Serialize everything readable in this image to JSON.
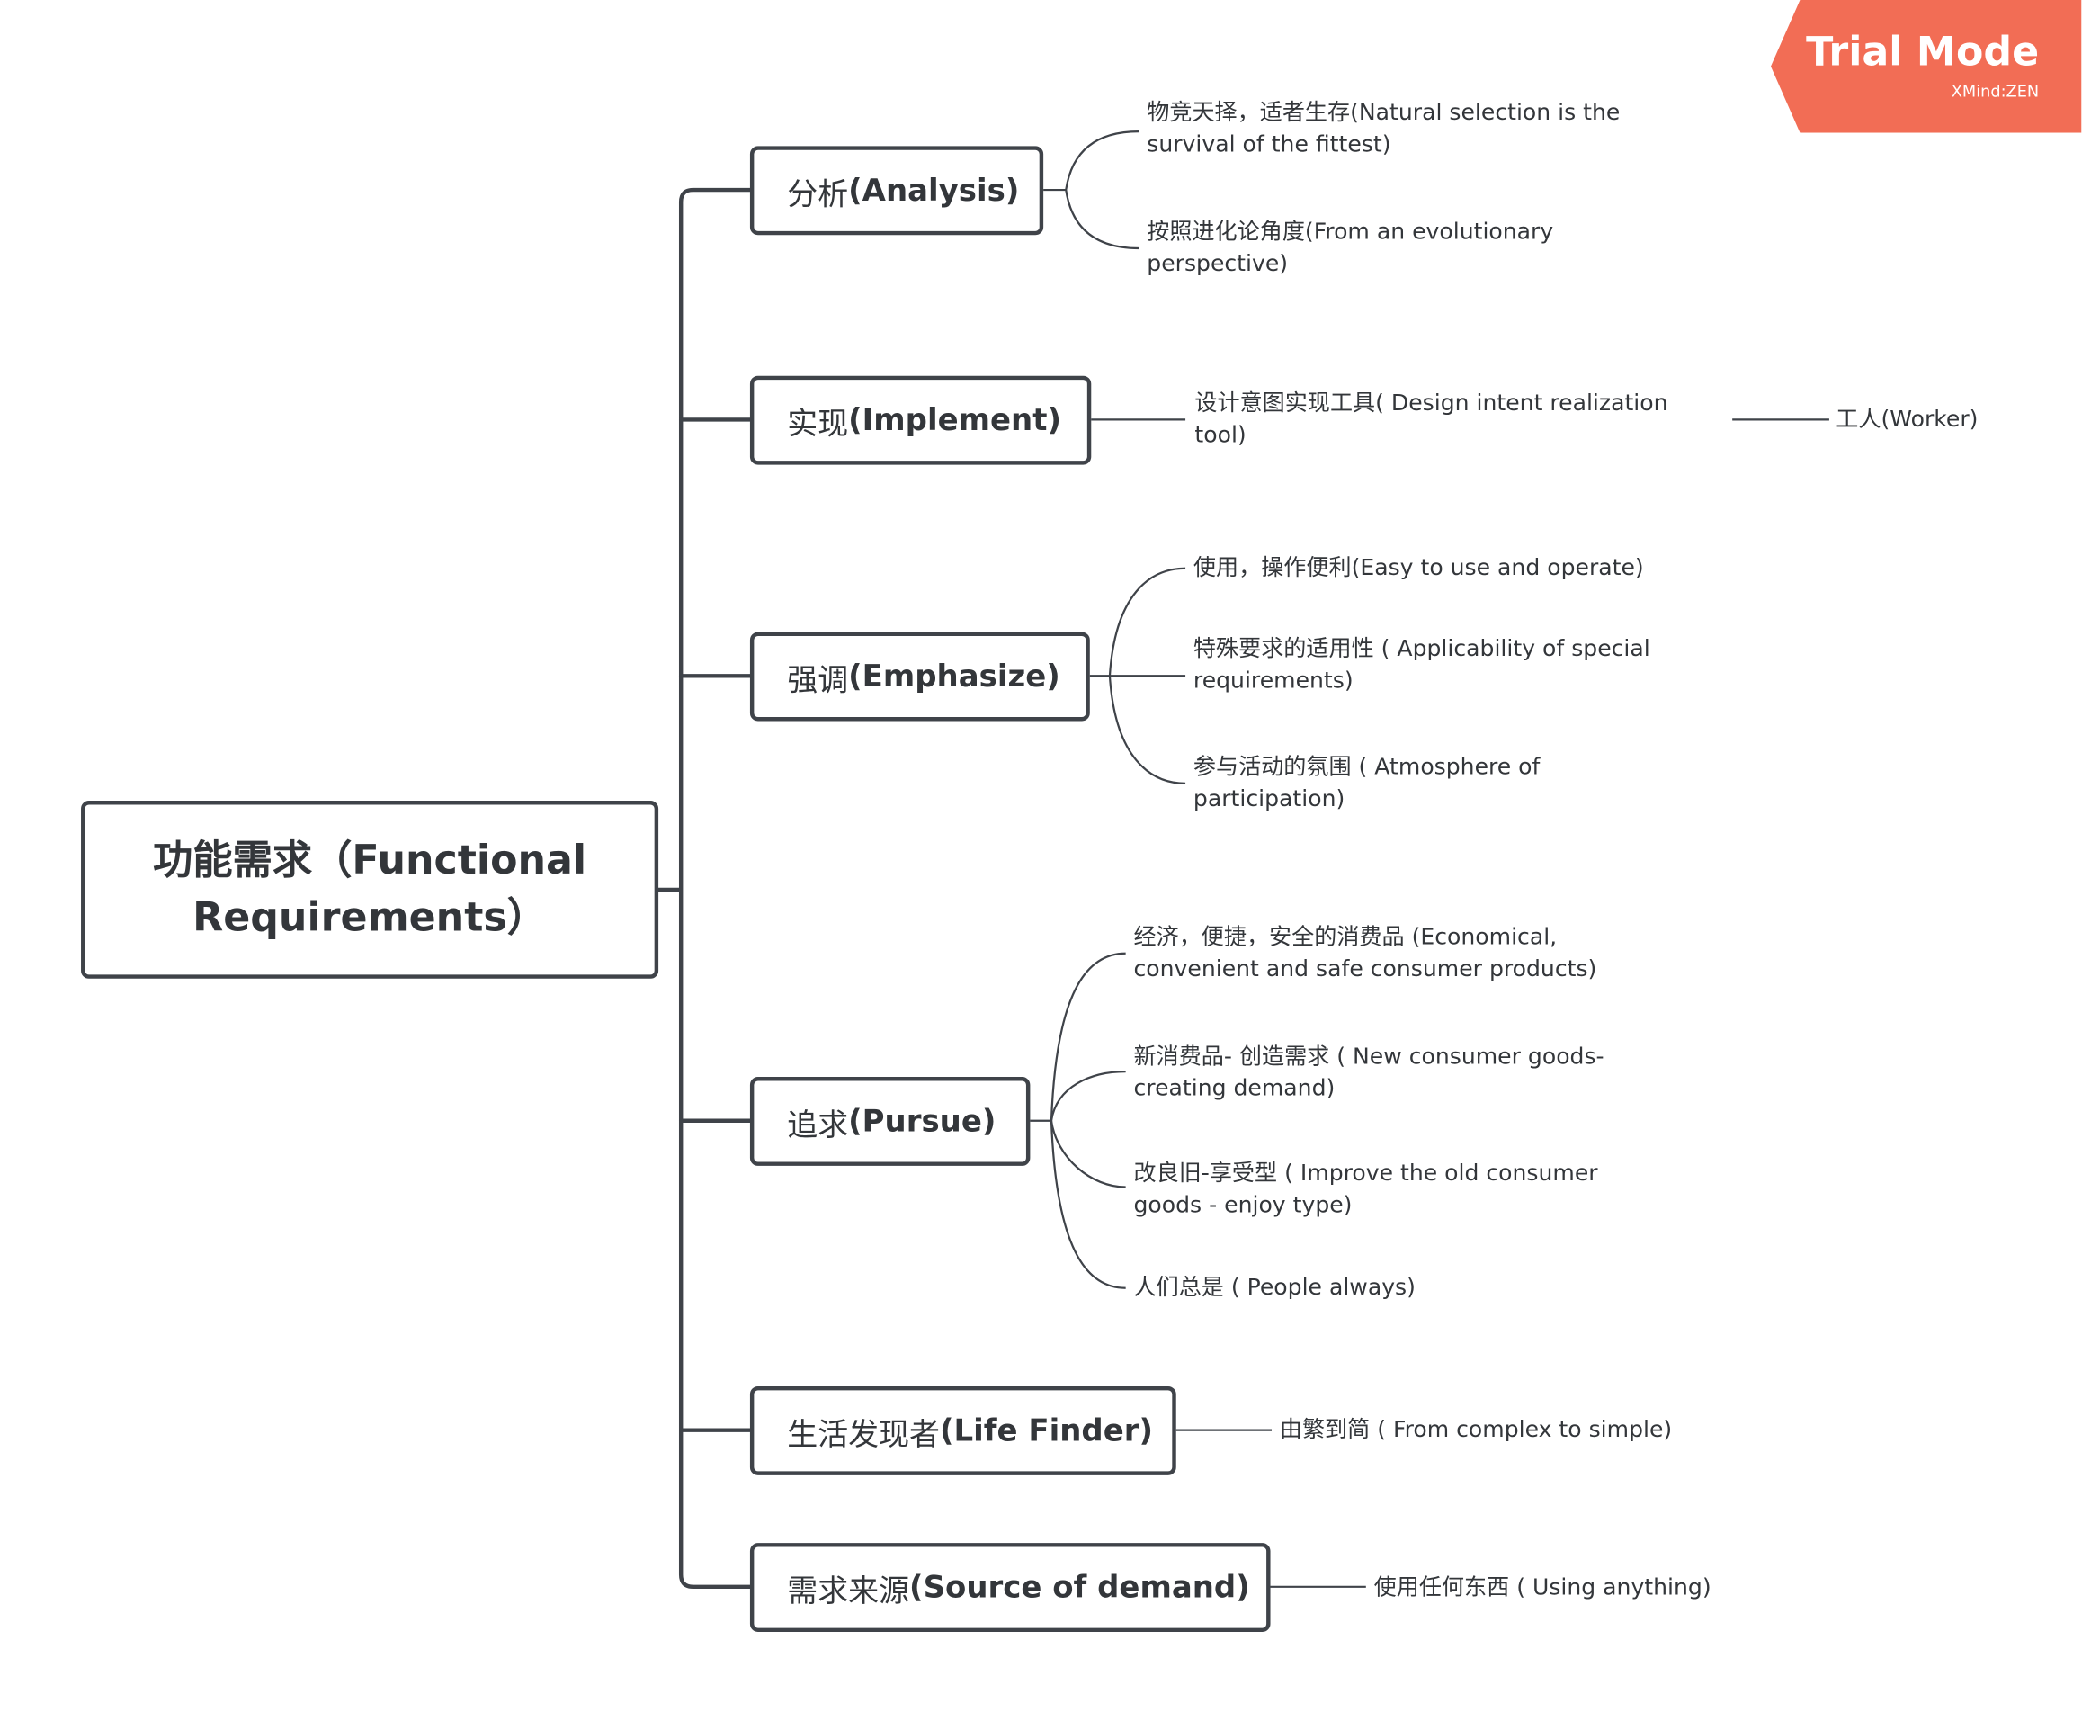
{
  "colors": {
    "line": "#3f4349",
    "text": "#33363a",
    "badge": "#f26d55"
  },
  "badge": {
    "title": "Trial Mode",
    "subtitle": "XMind:ZEN",
    "icon": "xmind-badge-icon"
  },
  "root": {
    "label": "功能需求（Functional Requirements）"
  },
  "branches": [
    {
      "zh": "分析",
      "en": "(Analysis)",
      "children": [
        {
          "text": "物竞天择，适者生存(Natural selection is the survival of the fittest)"
        },
        {
          "text": "按照进化论角度(From an evolutionary perspective)"
        }
      ]
    },
    {
      "zh": "实现",
      "en": "(Implement)",
      "children": [
        {
          "text": "设计意图实现工具( Design intent realization tool)",
          "child": "工人(Worker)"
        }
      ]
    },
    {
      "zh": "强调",
      "en": "(Emphasize)",
      "children": [
        {
          "text": "使用，操作便利(Easy to use and operate)"
        },
        {
          "text": "特殊要求的适用性 ( Applicability of special requirements)"
        },
        {
          "text": "参与活动的氛围 ( Atmosphere of participation)"
        }
      ]
    },
    {
      "zh": "追求 ",
      "en": "(Pursue)",
      "children": [
        {
          "text": "经济，便捷，安全的消费品 (Economical, convenient and safe consumer products)"
        },
        {
          "text": "新消费品- 创造需求 ( New consumer goods- creating demand)"
        },
        {
          "text": "改良旧-享受型 ( Improve the old consumer goods - enjoy type)"
        },
        {
          "text": "人们总是 ( People always)"
        }
      ]
    },
    {
      "zh": "生活发现者",
      "en": "(Life Finder)",
      "children": [
        {
          "text": "由繁到简 ( From complex to simple)"
        }
      ]
    },
    {
      "zh": "需求来源",
      "en": "(Source of demand)",
      "children": [
        {
          "text": "使用任何东西 ( Using anything)"
        }
      ]
    }
  ]
}
